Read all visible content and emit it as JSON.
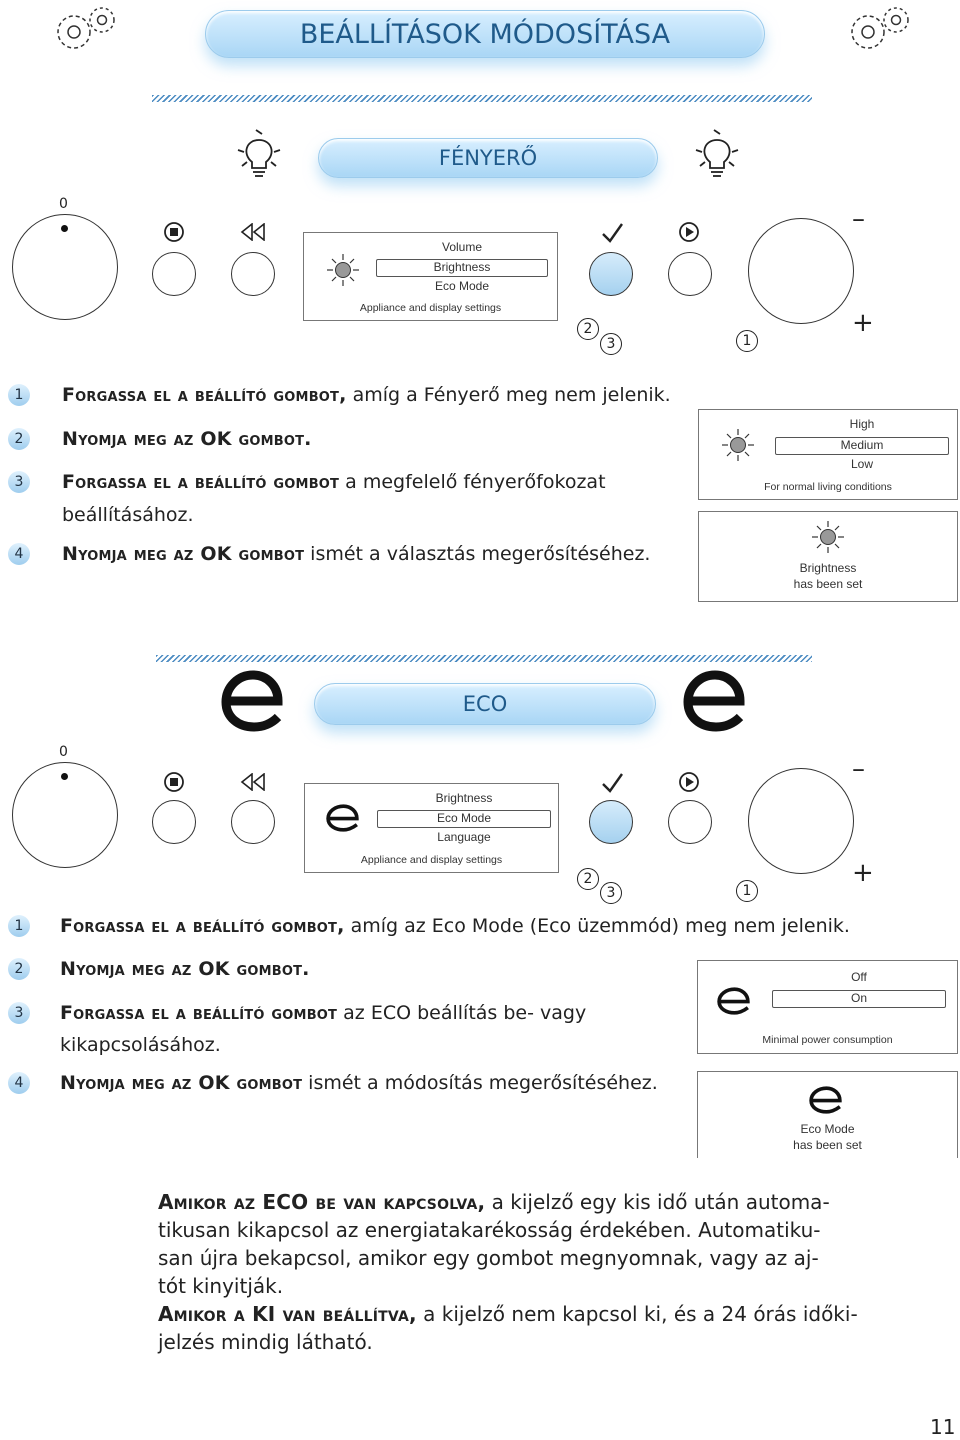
{
  "header": {
    "title": "BEÁLLÍTÁSOK MÓDOSÍTÁSA"
  },
  "brightness_section": {
    "title": "FÉNYERŐ",
    "dial_zero": "0",
    "minus": "–",
    "plus": "+",
    "marks": {
      "two": "2",
      "three": "3",
      "one": "1"
    },
    "display": {
      "items": [
        "Volume",
        "Brightness",
        "Eco Mode"
      ],
      "selected_index": 1,
      "footer": "Appliance and display settings"
    },
    "steps": [
      {
        "num": "1",
        "caps": "Forgassa el a beállító gombot,",
        "text": " amíg a Fényerő meg nem jelenik."
      },
      {
        "num": "2",
        "caps": "Nyomja meg az OK gombot.",
        "text": ""
      },
      {
        "num": "3",
        "caps": "Forgassa el a beállító gombot",
        "text": " a megfelelő fényerőfokozat"
      },
      {
        "num": "4",
        "caps": "Nyomja meg az OK gombot",
        "text": " ismét a választás megerősítéséhez."
      }
    ],
    "step3_cont": "beállításához.",
    "panel1": {
      "items": [
        "High",
        "Medium",
        "Low"
      ],
      "selected_index": 1,
      "footer": "For normal living conditions"
    },
    "panel2": {
      "line1": "Brightness",
      "line2": "has been set"
    }
  },
  "eco_section": {
    "title": "ECO",
    "dial_zero": "0",
    "minus": "–",
    "plus": "+",
    "marks": {
      "two": "2",
      "three": "3",
      "one": "1"
    },
    "display": {
      "items": [
        "Brightness",
        "Eco Mode",
        "Language"
      ],
      "selected_index": 1,
      "footer": "Appliance and display settings"
    },
    "steps": [
      {
        "num": "1",
        "caps": "Forgassa el a beállító gombot,",
        "text": " amíg az Eco Mode (Eco üzemmód) meg nem jelenik."
      },
      {
        "num": "2",
        "caps": "Nyomja meg az OK gombot.",
        "text": ""
      },
      {
        "num": "3",
        "caps": "Forgassa el a beállító gombot",
        "text": " az ECO beállítás be- vagy"
      },
      {
        "num": "4",
        "caps": "Nyomja meg az OK gombot",
        "text": " ismét a módosítás megerősítéséhez."
      }
    ],
    "step3_cont": "kikapcsolásához.",
    "panel1": {
      "items": [
        "Off",
        "On"
      ],
      "selected_index": 1,
      "footer": "Minimal power consumption"
    },
    "panel2": {
      "line1": "Eco Mode",
      "line2": "has been set"
    }
  },
  "notes": {
    "p1_caps": "Amikor az ECO be van kapcsolva,",
    "p1_lines": [
      " a kijelző egy kis idő után automa-",
      "tikusan kikapcsol az energiatakarékosság érdekében. Automatiku-",
      "san újra bekapcsol, amikor egy gombot megnyomnak, vagy az aj-",
      "tót kinyitják."
    ],
    "p2_caps": "Amikor a KI van beállítva,",
    "p2_lines": [
      " a kijelző nem kapcsol ki, és a 24 órás időki-",
      "jelzés mindig látható."
    ]
  },
  "page_number": "11",
  "icons": [
    "gears-icon",
    "lightbulb-icon",
    "eco-e-icon",
    "stop-icon",
    "rewind-icon",
    "check-icon",
    "play-icon",
    "sun-icon"
  ]
}
